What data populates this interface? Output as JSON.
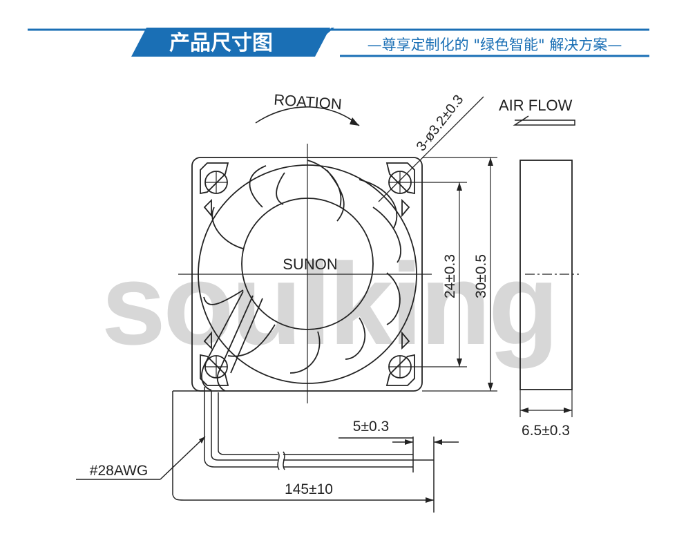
{
  "header": {
    "title": "产品尺寸图",
    "subtitle": "—尊享定制化的 \"绿色智能\" 解决方案—",
    "accent_color": "#1a6fb5"
  },
  "watermark": {
    "text": "soulking",
    "color": "#d7d7d7"
  },
  "drawing": {
    "rotation_label": "ROATION",
    "airflow_label": "AIR FLOW",
    "brand_label": "SUNON",
    "hole_callout": "3-ø3.2±0.3",
    "dim_hole_spacing": "24±0.3",
    "dim_frame": "30±0.5",
    "dim_thickness": "6.5±0.3",
    "dim_strip": "5±0.3",
    "dim_lead_length": "145±10",
    "wire_gauge": "#28AWG"
  }
}
